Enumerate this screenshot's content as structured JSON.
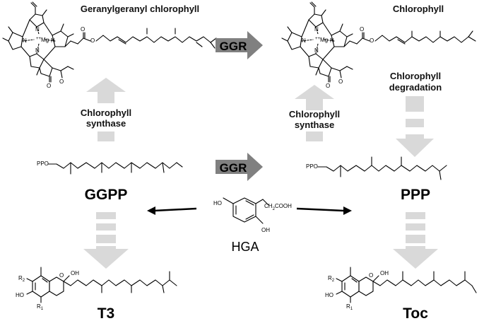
{
  "labels": {
    "top_left_title": "Geranylgeranyl chlorophyll",
    "top_right_title": "Chlorophyll",
    "ggr_top": "GGR",
    "ggr_middle": "GGR",
    "chl_synthase_left": [
      "Chlorophyll",
      "synthase"
    ],
    "chl_synthase_right": [
      "Chlorophyll",
      "synthase"
    ],
    "chl_degradation": [
      "Chlorophyll",
      "degradation"
    ],
    "ggpp": "GGPP",
    "ppp": "PPP",
    "hga": "HGA",
    "t3": "T3",
    "toc": "Toc"
  },
  "atoms": {
    "mg": "Mg",
    "mg_charge": "++",
    "n": "N",
    "o": "O",
    "oh": "OH",
    "ho": "HO",
    "r1": "R",
    "r1_sub": "1",
    "r2": "R",
    "r2_sub": "2",
    "ppo": "PPO",
    "ch2cooh": "CH",
    "ch2cooh_sub": "2",
    "ch2cooh_tail": "COOH"
  },
  "colors": {
    "arrow_gray": "#d9d9d9",
    "ggr_arrow": "#808080",
    "text": "#000000"
  }
}
